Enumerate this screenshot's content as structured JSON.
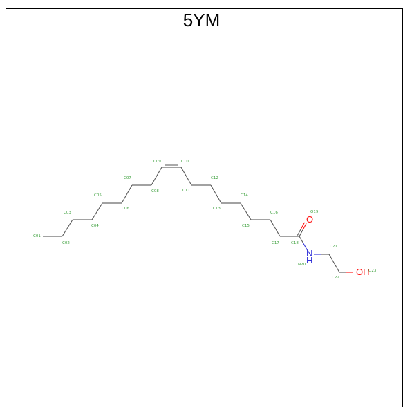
{
  "title": "5YM",
  "colors": {
    "carbon_label": "#3a9f3a",
    "bond": "#555555",
    "oxygen": "#ff0d0d",
    "nitrogen": "#2f2fd8",
    "frame": "#000000"
  },
  "atoms": [
    {
      "id": "C01",
      "label": "C01"
    },
    {
      "id": "C02",
      "label": "C02"
    },
    {
      "id": "C03",
      "label": "C03"
    },
    {
      "id": "C04",
      "label": "C04"
    },
    {
      "id": "C05",
      "label": "C05"
    },
    {
      "id": "C06",
      "label": "C06"
    },
    {
      "id": "C07",
      "label": "C07"
    },
    {
      "id": "C08",
      "label": "C08"
    },
    {
      "id": "C09",
      "label": "C09"
    },
    {
      "id": "C10",
      "label": "C10"
    },
    {
      "id": "C11",
      "label": "C11"
    },
    {
      "id": "C12",
      "label": "C12"
    },
    {
      "id": "C13",
      "label": "C13"
    },
    {
      "id": "C14",
      "label": "C14"
    },
    {
      "id": "C15",
      "label": "C15"
    },
    {
      "id": "C16",
      "label": "C16"
    },
    {
      "id": "C17",
      "label": "C17"
    },
    {
      "id": "C18",
      "label": "C18"
    },
    {
      "id": "O19",
      "label": "O19"
    },
    {
      "id": "N20",
      "label": "N20"
    },
    {
      "id": "C21",
      "label": "C21"
    },
    {
      "id": "C22",
      "label": "C22"
    },
    {
      "id": "O23",
      "label": "O23"
    }
  ],
  "hetero_symbols": [
    {
      "atom": "O19",
      "symbol": "O",
      "element": "oxygen"
    },
    {
      "atom": "N20",
      "symbol": "N",
      "element": "nitrogen"
    },
    {
      "atom": "N20",
      "symbol": "H",
      "element": "nitrogen"
    },
    {
      "atom": "O23",
      "symbol": "OH",
      "element": "oxygen"
    }
  ],
  "bonds": [
    {
      "a": "C01",
      "b": "C02",
      "order": 1
    },
    {
      "a": "C02",
      "b": "C03",
      "order": 1
    },
    {
      "a": "C03",
      "b": "C04",
      "order": 1
    },
    {
      "a": "C04",
      "b": "C05",
      "order": 1
    },
    {
      "a": "C05",
      "b": "C06",
      "order": 1
    },
    {
      "a": "C06",
      "b": "C07",
      "order": 1
    },
    {
      "a": "C07",
      "b": "C08",
      "order": 1
    },
    {
      "a": "C08",
      "b": "C09",
      "order": 1
    },
    {
      "a": "C09",
      "b": "C10",
      "order": 2
    },
    {
      "a": "C10",
      "b": "C11",
      "order": 1
    },
    {
      "a": "C11",
      "b": "C12",
      "order": 1
    },
    {
      "a": "C12",
      "b": "C13",
      "order": 1
    },
    {
      "a": "C13",
      "b": "C14",
      "order": 1
    },
    {
      "a": "C14",
      "b": "C15",
      "order": 1
    },
    {
      "a": "C15",
      "b": "C16",
      "order": 1
    },
    {
      "a": "C16",
      "b": "C17",
      "order": 1
    },
    {
      "a": "C17",
      "b": "C18",
      "order": 1
    },
    {
      "a": "C18",
      "b": "O19",
      "order": 2
    },
    {
      "a": "C18",
      "b": "N20",
      "order": 1
    },
    {
      "a": "N20",
      "b": "C21",
      "order": 1
    },
    {
      "a": "C21",
      "b": "C22",
      "order": 1
    },
    {
      "a": "C22",
      "b": "O23",
      "order": 1
    }
  ]
}
